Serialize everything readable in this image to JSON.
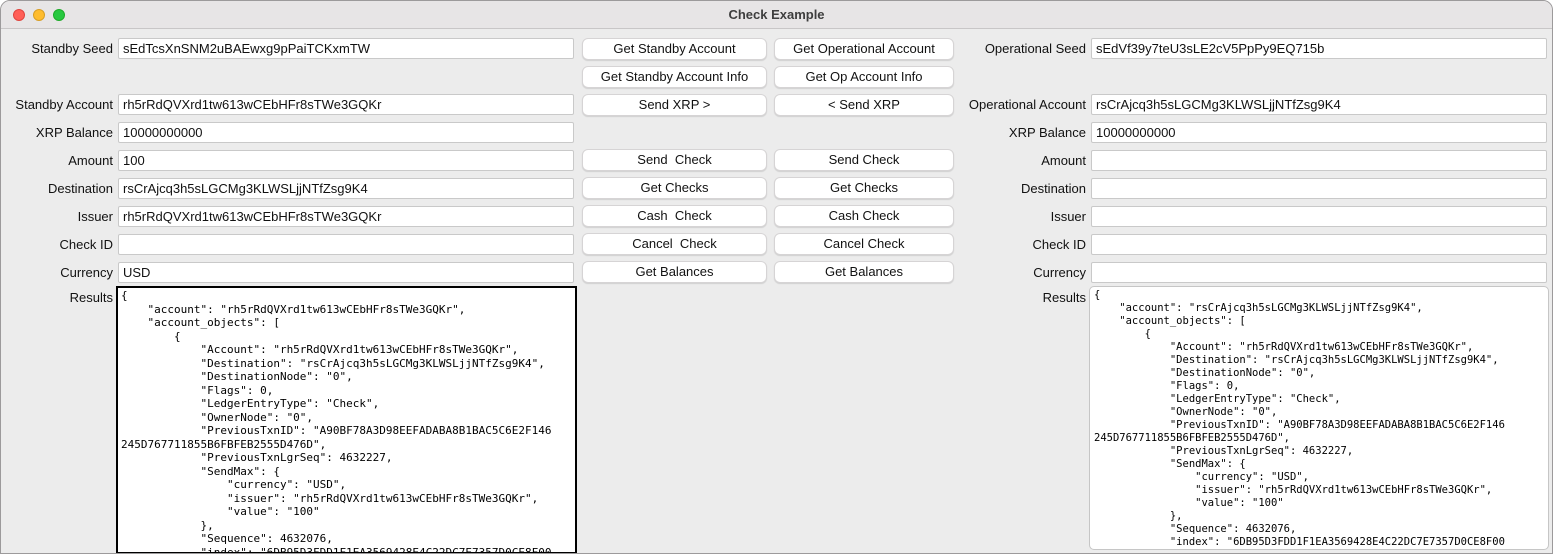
{
  "window": {
    "title": "Check Example"
  },
  "colors": {
    "titlebar_bg": "#e7e5e6",
    "content_bg": "#ececec",
    "traffic_red": "#ff5f57",
    "traffic_yellow": "#febc2e",
    "traffic_green": "#28c840",
    "focused_border": "#000000"
  },
  "left": {
    "seed": {
      "label": "Standby Seed",
      "value": "sEdTcsXnSNM2uBAEwxg9pPaiTCKxmTW"
    },
    "account": {
      "label": "Standby Account",
      "value": "rh5rRdQVXrd1tw613wCEbHFr8sTWe3GQKr"
    },
    "balance": {
      "label": "XRP Balance",
      "value": "10000000000"
    },
    "amount": {
      "label": "Amount",
      "value": "100"
    },
    "destination": {
      "label": "Destination",
      "value": "rsCrAjcq3h5sLGCMg3KLWSLjjNTfZsg9K4"
    },
    "issuer": {
      "label": "Issuer",
      "value": "rh5rRdQVXrd1tw613wCEbHFr8sTWe3GQKr"
    },
    "check_id": {
      "label": "Check ID",
      "value": ""
    },
    "currency": {
      "label": "Currency",
      "value": "USD"
    },
    "results": {
      "label": "Results",
      "value": "{\n    \"account\": \"rh5rRdQVXrd1tw613wCEbHFr8sTWe3GQKr\",\n    \"account_objects\": [\n        {\n            \"Account\": \"rh5rRdQVXrd1tw613wCEbHFr8sTWe3GQKr\",\n            \"Destination\": \"rsCrAjcq3h5sLGCMg3KLWSLjjNTfZsg9K4\",\n            \"DestinationNode\": \"0\",\n            \"Flags\": 0,\n            \"LedgerEntryType\": \"Check\",\n            \"OwnerNode\": \"0\",\n            \"PreviousTxnID\": \"A90BF78A3D98EEFADABA8B1BAC5C6E2F146\n245D767711855B6FBFEB2555D476D\",\n            \"PreviousTxnLgrSeq\": 4632227,\n            \"SendMax\": {\n                \"currency\": \"USD\",\n                \"issuer\": \"rh5rRdQVXrd1tw613wCEbHFr8sTWe3GQKr\",\n                \"value\": \"100\"\n            },\n            \"Sequence\": 4632076,\n            \"index\": \"6DB95D3FDD1F1EA3569428E4C22DC7E7357D0CE8F00"
    }
  },
  "right": {
    "seed": {
      "label": "Operational Seed",
      "value": "sEdVf39y7teU3sLE2cV5PpPy9EQ715b"
    },
    "account": {
      "label": "Operational Account",
      "value": "rsCrAjcq3h5sLGCMg3KLWSLjjNTfZsg9K4"
    },
    "balance": {
      "label": "XRP Balance",
      "value": "10000000000"
    },
    "amount": {
      "label": "Amount",
      "value": ""
    },
    "destination": {
      "label": "Destination",
      "value": ""
    },
    "issuer": {
      "label": "Issuer",
      "value": ""
    },
    "check_id": {
      "label": "Check ID",
      "value": ""
    },
    "currency": {
      "label": "Currency",
      "value": ""
    },
    "results": {
      "label": "Results",
      "value": "{\n    \"account\": \"rsCrAjcq3h5sLGCMg3KLWSLjjNTfZsg9K4\",\n    \"account_objects\": [\n        {\n            \"Account\": \"rh5rRdQVXrd1tw613wCEbHFr8sTWe3GQKr\",\n            \"Destination\": \"rsCrAjcq3h5sLGCMg3KLWSLjjNTfZsg9K4\",\n            \"DestinationNode\": \"0\",\n            \"Flags\": 0,\n            \"LedgerEntryType\": \"Check\",\n            \"OwnerNode\": \"0\",\n            \"PreviousTxnID\": \"A90BF78A3D98EEFADABA8B1BAC5C6E2F146\n245D767711855B6FBFEB2555D476D\",\n            \"PreviousTxnLgrSeq\": 4632227,\n            \"SendMax\": {\n                \"currency\": \"USD\",\n                \"issuer\": \"rh5rRdQVXrd1tw613wCEbHFr8sTWe3GQKr\",\n                \"value\": \"100\"\n            },\n            \"Sequence\": 4632076,\n            \"index\": \"6DB95D3FDD1F1EA3569428E4C22DC7E7357D0CE8F00"
    }
  },
  "buttons": {
    "standby": {
      "get_account": "Get Standby Account",
      "get_info": "Get Standby Account Info",
      "send_xrp": "Send XRP >",
      "send_check": "Send  Check",
      "get_checks": "Get Checks",
      "cash_check": "Cash  Check",
      "cancel_check": "Cancel  Check",
      "get_balances": "Get Balances"
    },
    "operational": {
      "get_account": "Get Operational Account",
      "get_info": "Get Op Account Info",
      "send_xrp": "< Send XRP",
      "send_check": "Send Check",
      "get_checks": "Get Checks",
      "cash_check": "Cash Check",
      "cancel_check": "Cancel Check",
      "get_balances": "Get Balances"
    }
  }
}
